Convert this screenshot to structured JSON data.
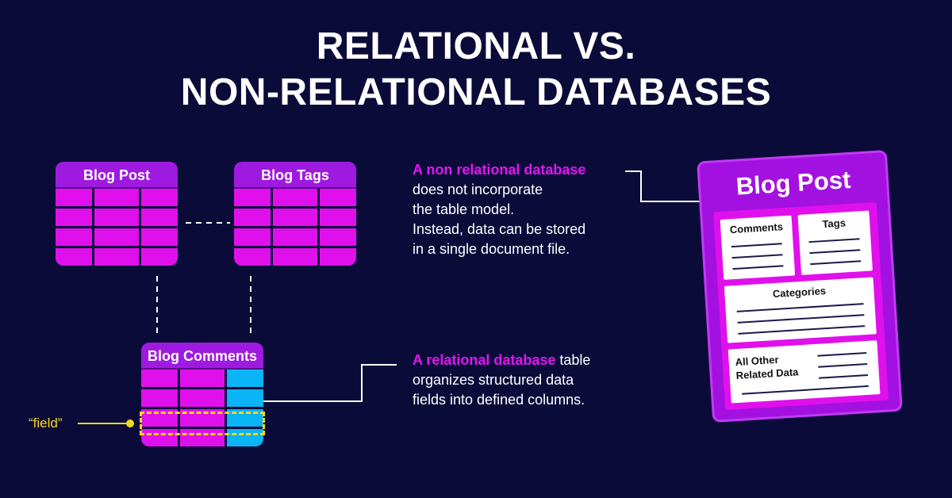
{
  "title": {
    "line1": "RELATIONAL VS.",
    "line2": "NON-RELATIONAL DATABASES"
  },
  "tables": {
    "blog_post": "Blog Post",
    "blog_tags": "Blog Tags",
    "blog_comments": "Blog Comments"
  },
  "field_label": "“field”",
  "non_relational": {
    "highlight": "A non relational database",
    "lines": [
      "does not incorporate",
      "the table model.",
      "Instead, data can be stored",
      "in a single document file."
    ]
  },
  "relational": {
    "highlight": "A relational database",
    "first_rest": " table",
    "lines": [
      "organizes structured data",
      "fields into defined columns."
    ]
  },
  "document": {
    "title": "Blog Post",
    "sections": {
      "comments": "Comments",
      "tags": "Tags",
      "categories": "Categories",
      "other_line1": "All Other",
      "other_line2": "Related Data"
    }
  },
  "colors": {
    "background": "#0b0b3a",
    "purple": "#9f1ae0",
    "magenta": "#e010ec",
    "cyan": "#0bb4f4",
    "yellow": "#f4d81c"
  }
}
